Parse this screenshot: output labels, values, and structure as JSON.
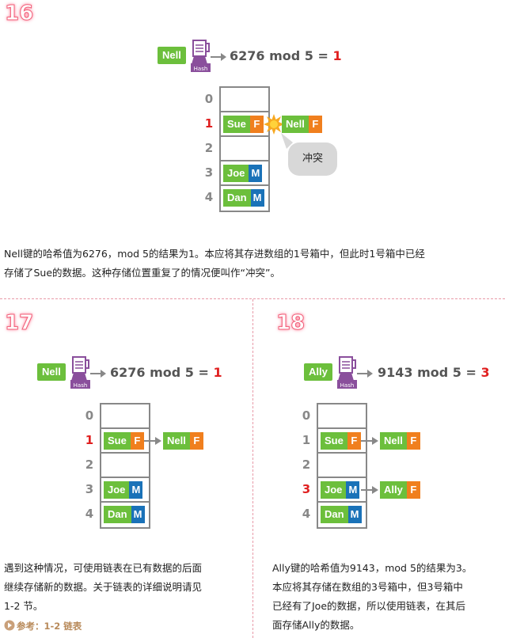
{
  "colors": {
    "green": "#6cbf3c",
    "orange": "#f07f1e",
    "blue": "#1a72b8",
    "red": "#e02020",
    "gray": "#888888",
    "separator": "#e89aa8"
  },
  "hash_label": "Hash",
  "indices": [
    "0",
    "1",
    "2",
    "3",
    "4"
  ],
  "panel16": {
    "step": "16",
    "key": "Nell",
    "formula": "6276 mod 5 = ",
    "result": "1",
    "slots": {
      "sue": "Sue",
      "joe": "Joe",
      "dan": "Dan"
    },
    "flags": {
      "sue": "F",
      "joe": "M",
      "dan": "M"
    },
    "collide_name": "Nell",
    "collide_flag": "F",
    "bubble": "冲突",
    "desc_line1": "Nell键的哈希值为6276，mod 5的结果为1。本应将其存进数组的1号箱中，但此时1号箱中已经",
    "desc_line2": "存储了Sue的数据。这种存储位置重复了的情况便叫作“冲突”。"
  },
  "panel17": {
    "step": "17",
    "key": "Nell",
    "formula": "6276 mod 5 = ",
    "result": "1",
    "slots": {
      "sue": "Sue",
      "joe": "Joe",
      "dan": "Dan"
    },
    "flags": {
      "sue": "F",
      "joe": "M",
      "dan": "M"
    },
    "chain_name": "Nell",
    "chain_flag": "F",
    "desc_line1": "遇到这种情况，可使用链表在已有数据的后面",
    "desc_line2": "继续存储新的数据。关于链表的详细说明请见",
    "desc_line3": "1-2 节。",
    "reference": "参考：1-2 链表"
  },
  "panel18": {
    "step": "18",
    "key": "Ally",
    "formula": "9143 mod 5 = ",
    "result": "3",
    "slots": {
      "sue": "Sue",
      "joe": "Joe",
      "dan": "Dan"
    },
    "flags": {
      "sue": "F",
      "joe": "M",
      "dan": "M"
    },
    "chain1_name": "Nell",
    "chain1_flag": "F",
    "chain3_name": "Ally",
    "chain3_flag": "F",
    "desc_line1": "Ally键的哈希值为9143，mod 5的结果为3。",
    "desc_line2": "本应将其存储在数组的3号箱中，但3号箱中",
    "desc_line3": "已经有了Joe的数据，所以使用链表，在其后",
    "desc_line4": "面存储Ally的数据。"
  }
}
